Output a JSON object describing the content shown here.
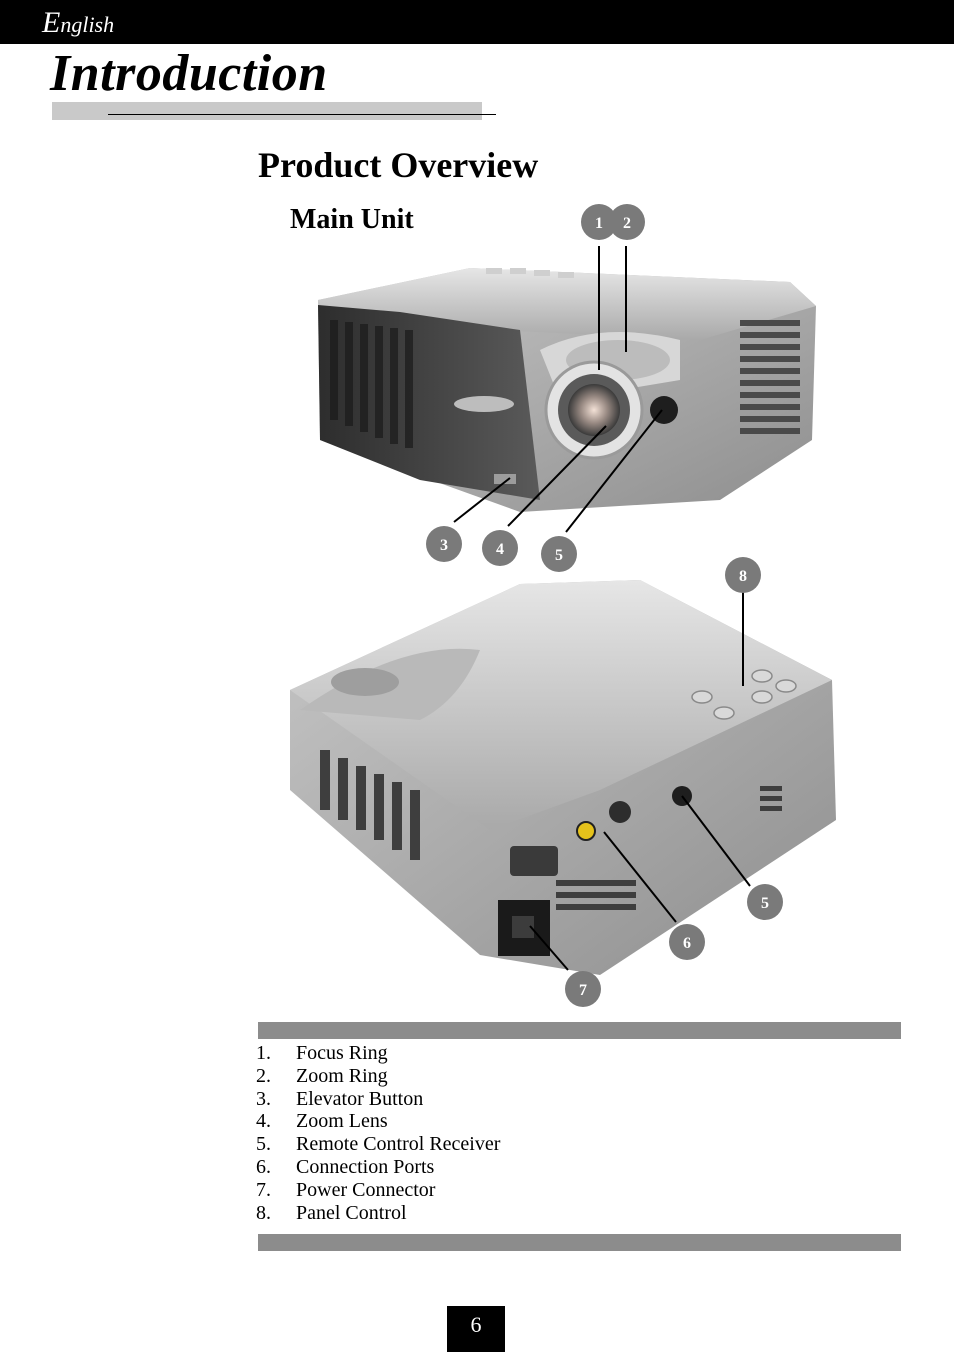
{
  "header": {
    "language_initial": "E",
    "language_rest": "nglish"
  },
  "page_title": "Introduction",
  "section_title": "Product Overview",
  "subsection_title": "Main Unit",
  "callouts": {
    "c1": "1",
    "c2": "2",
    "c3": "3",
    "c4": "4",
    "c5a": "5",
    "c8": "8",
    "c5b": "5",
    "c6": "6",
    "c7": "7"
  },
  "parts": [
    {
      "num": "1.",
      "label": "Focus Ring"
    },
    {
      "num": "2.",
      "label": "Zoom Ring"
    },
    {
      "num": "3.",
      "label": "Elevator Button"
    },
    {
      "num": "4.",
      "label": "Zoom Lens"
    },
    {
      "num": "5.",
      "label": "Remote Control Receiver"
    },
    {
      "num": "6.",
      "label": "Connection Ports"
    },
    {
      "num": "7.",
      "label": "Power Connector"
    },
    {
      "num": "8.",
      "label": "Panel Control"
    }
  ],
  "page_number": "6",
  "colors": {
    "callout_fill": "#7a7a7a",
    "separator_bar": "#8c8c8c",
    "title_band": "#c9c9c9"
  }
}
